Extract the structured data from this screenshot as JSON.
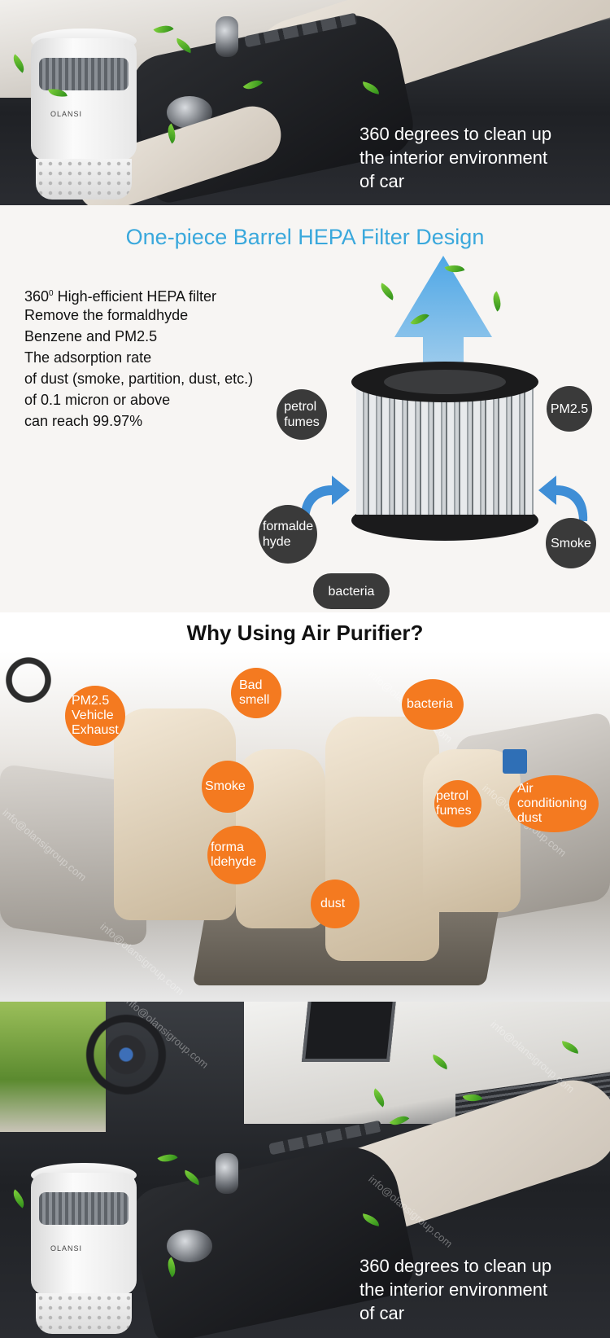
{
  "hero_top": {
    "caption": [
      "360 degrees to clean up",
      "the interior environment",
      "of car"
    ],
    "brand": "OLANSI"
  },
  "hepa": {
    "title": "One-piece Barrel HEPA Filter Design",
    "spec_lines": [
      "High-efficient HEPA filter",
      "Remove the formaldhyde",
      "Benzene and PM2.5",
      "The adsorption rate",
      "of dust (smoke, partition, dust, etc.)",
      "of 0.1 micron or above",
      "can reach 99.97%"
    ],
    "spec_prefix": "360",
    "spec_sup": "0",
    "pollutants": {
      "petrol": [
        "petrol",
        "fumes"
      ],
      "pm25": "PM2.5",
      "formaldehyde": [
        "formalde",
        "hyde"
      ],
      "smoke": "Smoke",
      "bacteria": "bacteria"
    },
    "accent_color": "#3aa8dc"
  },
  "why": {
    "title": "Why Using Air Purifier?",
    "sources": {
      "pm25": [
        "PM2.5",
        "Vehicle",
        "Exhaust"
      ],
      "bad_smell": [
        "Bad",
        "smell"
      ],
      "bacteria": "bacteria",
      "smoke": "Smoke",
      "petrol": [
        "petrol",
        "fumes"
      ],
      "air_conditioning": [
        "Air",
        "conditioning",
        "dust"
      ],
      "formaldehyde": [
        "forma",
        "ldehyde"
      ],
      "dust": "dust"
    },
    "bubble_color": "#f47a20",
    "watermark": "info@olansigroup.com"
  },
  "hero_bottom": {
    "caption": [
      "360 degrees to clean up",
      "the interior environment",
      "of car"
    ],
    "brand": "OLANSI"
  }
}
